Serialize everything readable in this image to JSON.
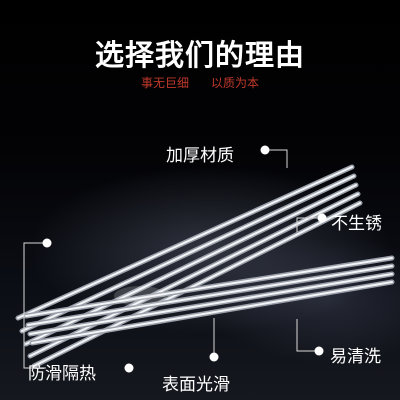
{
  "header": {
    "title": "选择我们的理由",
    "subtitle_left": "事无巨细",
    "subtitle_right": "以质为本",
    "subtitle_color": "#c0392b"
  },
  "features": {
    "thick_material": "加厚材质",
    "rust_proof": "不生锈",
    "anti_slip": "防滑隔热",
    "easy_clean": "易清洗",
    "smooth_surface": "表面光滑"
  },
  "colors": {
    "background": "#000000",
    "text": "#ffffff",
    "marker": "#ffffff",
    "steel_light": "#f2f3f5",
    "steel_dark": "#8a8f99"
  }
}
